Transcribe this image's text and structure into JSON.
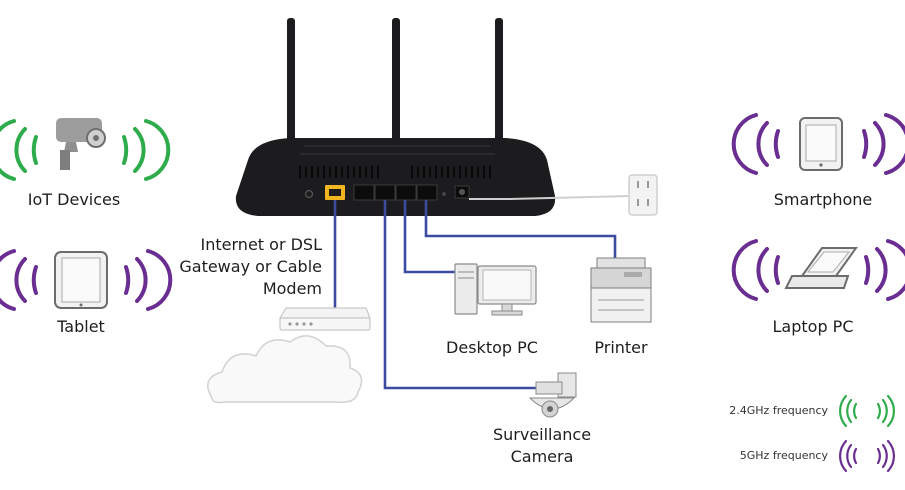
{
  "devices": {
    "iot": "IoT Devices",
    "tablet": "Tablet",
    "smartphone": "Smartphone",
    "laptop": "Laptop PC",
    "desktop": "Desktop PC",
    "printer": "Printer",
    "camera": "Surveillance Camera",
    "modem": "Internet or DSL Gateway or Cable Modem"
  },
  "legend": {
    "freq24": "2.4GHz frequency",
    "freq5": "5GHz frequency"
  },
  "colors": {
    "band24": "#2eab4b",
    "band5": "#6a2d91",
    "ethernet": "#3b4ba0",
    "wan_port": "#f2b51d",
    "router": "#1c1c1e"
  }
}
